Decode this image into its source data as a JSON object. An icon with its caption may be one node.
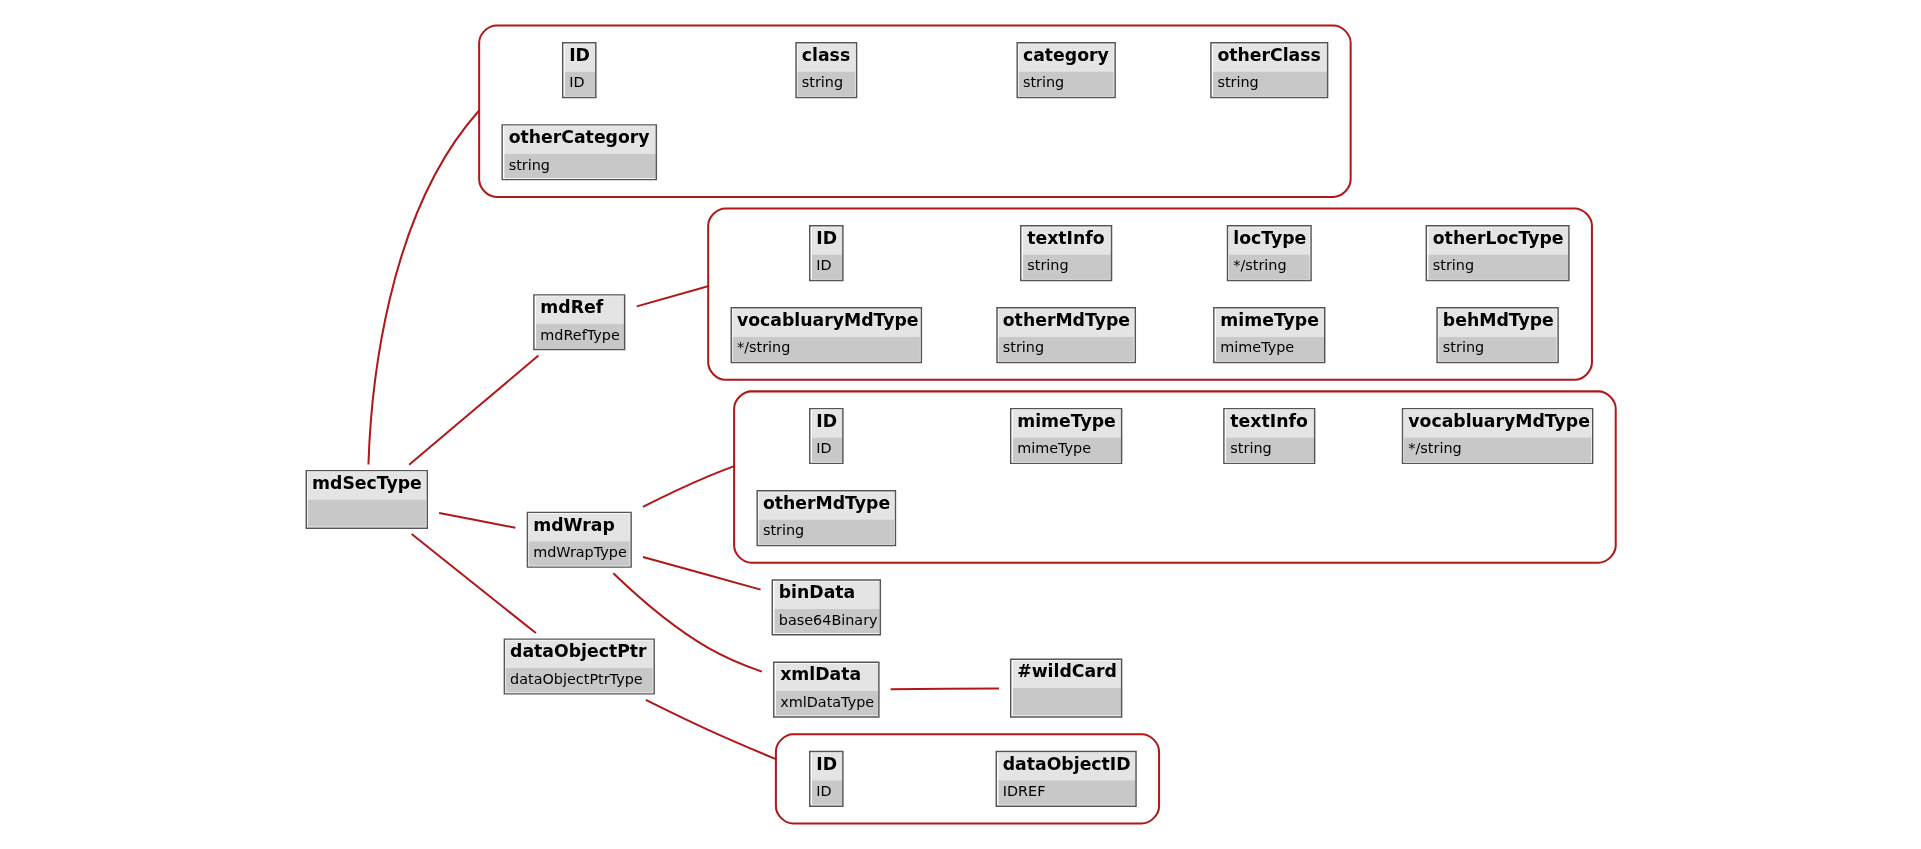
{
  "diagram": {
    "nodes": [
      {
        "text": [
          "mdSecType"
        ]
      },
      {
        "text": [],
        "shape": "box"
      },
      {
        "text": [
          "ID",
          "ID"
        ],
        "in": 1
      },
      {
        "text": [
          "class",
          "string"
        ],
        "in": 1
      },
      {
        "text": [
          "category",
          "string"
        ],
        "in": 1
      },
      {
        "text": [
          "otherClass",
          "string"
        ],
        "in": 1
      },
      {
        "text": [
          "otherCategory",
          "string"
        ],
        "in": 1
      },
      {
        "text": [
          "mdRef",
          "mdRefType"
        ]
      },
      {
        "text": [],
        "shape": "box"
      },
      {
        "text": [
          "ID",
          "ID"
        ],
        "in": 8
      },
      {
        "text": [
          "textInfo",
          "string"
        ],
        "in": 8
      },
      {
        "text": [
          "locType",
          "*/string"
        ],
        "in": 8
      },
      {
        "text": [
          "otherLocType",
          "string"
        ],
        "in": 8
      },
      {
        "text": [
          "vocabluaryMdType",
          "*/string"
        ],
        "in": 8
      },
      {
        "text": [
          "otherMdType",
          "string"
        ],
        "in": 8
      },
      {
        "text": [
          "mimeType",
          "mimeType"
        ],
        "in": 8
      },
      {
        "text": [
          "behMdType",
          "string"
        ],
        "in": 8
      },
      {
        "text": [
          "mdWrap",
          "mdWrapType"
        ]
      },
      {
        "text": [],
        "shape": "box"
      },
      {
        "text": [
          "ID",
          "ID"
        ],
        "in": 18
      },
      {
        "text": [
          "mimeType",
          "mimeType"
        ],
        "in": 18
      },
      {
        "text": [
          "textInfo",
          "string"
        ],
        "in": 18
      },
      {
        "text": [
          "vocabluaryMdType",
          "*/string"
        ],
        "in": 18
      },
      {
        "text": [
          "otherMdType",
          "string"
        ],
        "in": 18
      },
      {
        "text": [
          "binData",
          "base64Binary"
        ]
      },
      {
        "text": [
          "xmlData",
          "xmlDataType"
        ]
      },
      {
        "text": [
          "#wildCard"
        ]
      },
      {
        "text": [
          "dataObjectPtr",
          "dataObjectPtrType"
        ]
      },
      {
        "text": [],
        "shape": "box"
      },
      {
        "text": [
          "ID",
          "ID"
        ],
        "in": 28
      },
      {
        "text": [
          "dataObjectID",
          "IDREF"
        ],
        "in": 28
      }
    ],
    "edges": [
      {
        "from": 0,
        "to": 1,
        "arrow": "none"
      },
      {
        "from": 0,
        "to": 7,
        "arrow": "none"
      },
      {
        "from": 0,
        "to": 17,
        "arrow": "none"
      },
      {
        "from": 0,
        "to": 27,
        "arrow": "none"
      },
      {
        "from": 7,
        "to": 8,
        "arrow": "none"
      },
      {
        "from": 17,
        "to": 18,
        "arrow": "none"
      },
      {
        "from": 17,
        "to": 24,
        "arrow": "none"
      },
      {
        "from": 17,
        "to": 25,
        "arrow": "none"
      },
      {
        "from": 25,
        "to": 26,
        "arrow": "none"
      },
      {
        "from": 27,
        "to": 28,
        "arrow": "none"
      }
    ]
  }
}
